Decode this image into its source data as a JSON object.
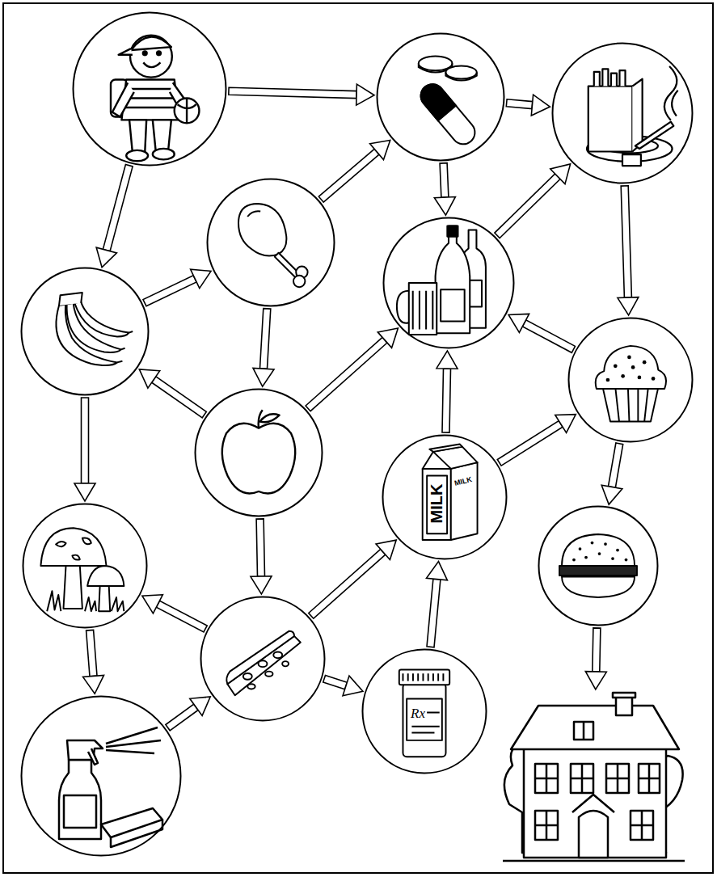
{
  "diagram": {
    "nodes": [
      {
        "text": []
      },
      {
        "text": []
      },
      {
        "text": []
      },
      {
        "text": []
      },
      {
        "text": []
      },
      {
        "text": []
      },
      {
        "text": []
      },
      {
        "text": []
      },
      {
        "text": [
          "MILK",
          "MILK"
        ]
      },
      {
        "text": []
      },
      {
        "text": []
      },
      {
        "text": []
      },
      {
        "text": [
          "Rx"
        ]
      },
      {
        "text": []
      },
      {
        "text": []
      }
    ],
    "edges": [
      {
        "from": 0,
        "to": 1,
        "arrow": "to"
      },
      {
        "from": 0,
        "to": 3,
        "arrow": "to"
      },
      {
        "from": 1,
        "to": 2,
        "arrow": "to"
      },
      {
        "from": 1,
        "to": 5,
        "arrow": "to"
      },
      {
        "from": 3,
        "to": 4,
        "arrow": "to"
      },
      {
        "from": 4,
        "to": 1,
        "arrow": "to"
      },
      {
        "from": 4,
        "to": 7,
        "arrow": "to"
      },
      {
        "from": 5,
        "to": 2,
        "arrow": "to"
      },
      {
        "from": 2,
        "to": 6,
        "arrow": "to"
      },
      {
        "from": 6,
        "to": 5,
        "arrow": "to"
      },
      {
        "from": 7,
        "to": 3,
        "arrow": "to"
      },
      {
        "from": 7,
        "to": 5,
        "arrow": "to"
      },
      {
        "from": 7,
        "to": 11,
        "arrow": "to"
      },
      {
        "from": 8,
        "to": 5,
        "arrow": "to"
      },
      {
        "from": 8,
        "to": 6,
        "arrow": "to"
      },
      {
        "from": 6,
        "to": 10,
        "arrow": "to"
      },
      {
        "from": 3,
        "to": 9,
        "arrow": "to"
      },
      {
        "from": 9,
        "to": 13,
        "arrow": "to"
      },
      {
        "from": 13,
        "to": 11,
        "arrow": "to"
      },
      {
        "from": 11,
        "to": 9,
        "arrow": "to"
      },
      {
        "from": 11,
        "to": 8,
        "arrow": "to"
      },
      {
        "from": 11,
        "to": 12,
        "arrow": "to"
      },
      {
        "from": 12,
        "to": 8,
        "arrow": "to"
      },
      {
        "from": 10,
        "to": 14,
        "arrow": "to"
      }
    ]
  }
}
